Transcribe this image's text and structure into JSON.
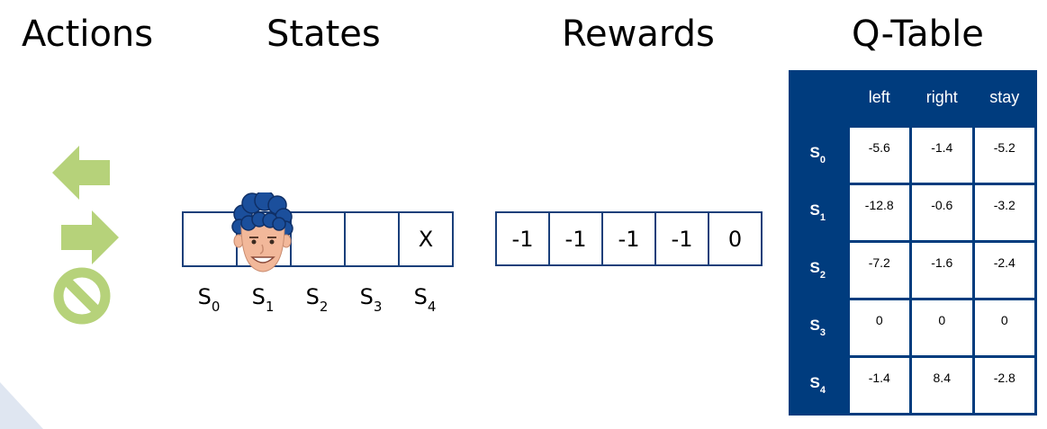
{
  "headings": {
    "actions": "Actions",
    "states": "States",
    "rewards": "Rewards",
    "qtable": "Q-Table"
  },
  "actions": [
    {
      "icon": "arrow-left-icon",
      "color": "#b6d27a"
    },
    {
      "icon": "arrow-right-icon",
      "color": "#b6d27a"
    },
    {
      "icon": "no-entry-icon",
      "color": "#b6d27a"
    }
  ],
  "states": {
    "cells": [
      "",
      "",
      "",
      "",
      "X"
    ],
    "agent_state_index": 1,
    "labels": [
      {
        "base": "S",
        "sub": "0"
      },
      {
        "base": "S",
        "sub": "1"
      },
      {
        "base": "S",
        "sub": "2"
      },
      {
        "base": "S",
        "sub": "3"
      },
      {
        "base": "S",
        "sub": "4"
      }
    ]
  },
  "rewards": [
    "-1",
    "-1",
    "-1",
    "-1",
    "0"
  ],
  "qtable": {
    "columns": [
      "left",
      "right",
      "stay"
    ],
    "rows": [
      {
        "base": "S",
        "sub": "0",
        "values": [
          "-5.6",
          "-1.4",
          "-5.2"
        ]
      },
      {
        "base": "S",
        "sub": "1",
        "values": [
          "-12.8",
          "-0.6",
          "-3.2"
        ]
      },
      {
        "base": "S",
        "sub": "2",
        "values": [
          "-7.2",
          "-1.6",
          "-2.4"
        ]
      },
      {
        "base": "S",
        "sub": "3",
        "values": [
          "0",
          "0",
          "0"
        ]
      },
      {
        "base": "S",
        "sub": "4",
        "values": [
          "-1.4",
          "8.4",
          "-2.8"
        ]
      }
    ]
  },
  "colors": {
    "table_blue": "#003c7e",
    "strip_border": "#1a3f7a",
    "action_green": "#b6d27a",
    "hair": "#1b4f9c",
    "skin": "#f2b89a"
  }
}
